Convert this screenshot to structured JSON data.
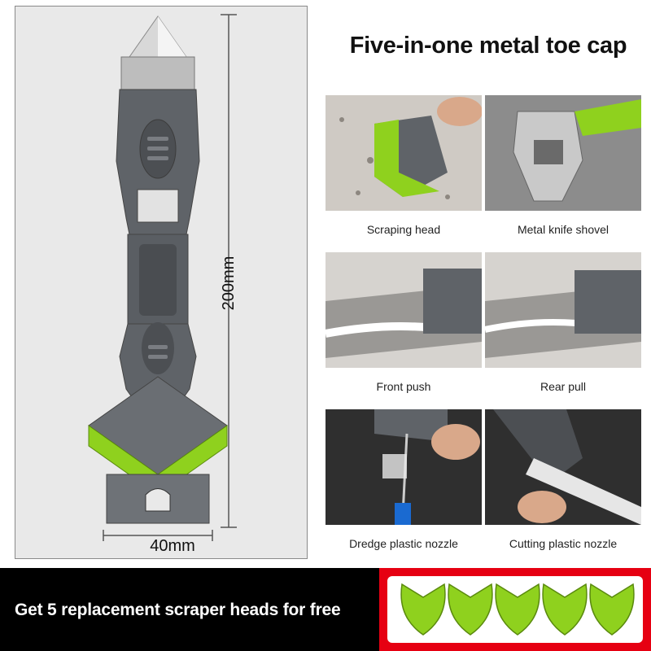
{
  "title": "Five-in-one metal toe cap",
  "dimensions": {
    "length": "200mm",
    "width": "40mm"
  },
  "features": [
    {
      "caption": "Scraping head"
    },
    {
      "caption": "Metal knife shovel"
    },
    {
      "caption": "Front push"
    },
    {
      "caption": "Rear pull"
    },
    {
      "caption": "Dredge plastic nozzle"
    },
    {
      "caption": "Cutting plastic nozzle"
    }
  ],
  "banner": {
    "text": "Get 5 replacement scraper heads for free"
  },
  "colors": {
    "accent_green": "#8fd11e",
    "tool_gray": "#5f6368",
    "banner_red": "#e60012"
  }
}
